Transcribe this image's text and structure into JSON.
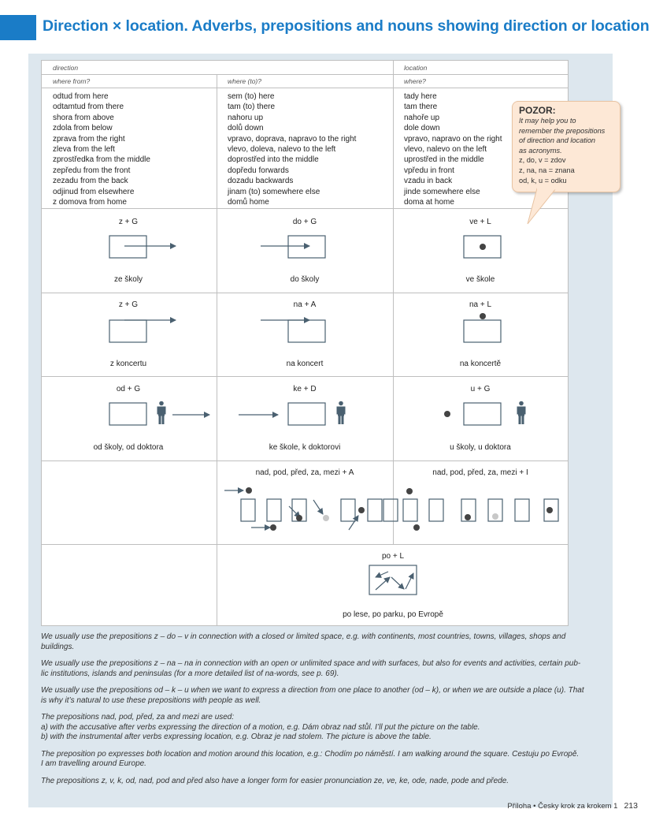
{
  "title": "Direction × location. Adverbs, prepositions and nouns showing direction or location",
  "headers": {
    "direction": "direction",
    "location": "location",
    "where_from": "where from?",
    "where_to": "where (to)?",
    "where": "where?"
  },
  "lists": {
    "from": [
      "odtud from here",
      "odtamtud from there",
      "shora from above",
      "zdola from below",
      "zprava from the right",
      "zleva from the left",
      "zprostředka from the middle",
      "zepředu from the front",
      "zezadu from the back",
      "odjinud  from elsewhere",
      "z domova from home"
    ],
    "to": [
      "sem (to) here",
      "tam (to) there",
      "nahoru up",
      "dolů down",
      "vpravo, doprava, napravo to the right",
      "vlevo, doleva, nalevo to the left",
      "doprostřed into the middle",
      "dopředu forwards",
      "dozadu backwards",
      "jinam (to) somewhere else",
      "domů home"
    ],
    "where": [
      "tady here",
      "tam there",
      "nahoře up",
      "dole down",
      "vpravo, napravo on the right",
      "vlevo, nalevo on the left",
      "uprostřed in the middle",
      "vpředu in front",
      "vzadu in back",
      "jinde somewhere else",
      "doma at home"
    ]
  },
  "rows": {
    "r1": {
      "c1_prep": "z + G",
      "c1_ex": "ze školy",
      "c2_prep": "do + G",
      "c2_ex": "do školy",
      "c3_prep": "ve + L",
      "c3_ex": "ve škole"
    },
    "r2": {
      "c1_prep": "z + G",
      "c1_ex": "z koncertu",
      "c2_prep": "na + A",
      "c2_ex": "na koncert",
      "c3_prep": "na + L",
      "c3_ex": "na koncertě"
    },
    "r3": {
      "c1_prep": "od + G",
      "c1_ex": "od školy, od doktora",
      "c2_prep": "ke + D",
      "c2_ex": "ke škole, k doktorovi",
      "c3_prep": "u + G",
      "c3_ex": "u školy, u doktora"
    },
    "r4": {
      "c2_prep": "nad, pod, před, za, mezi + A",
      "c3_prep": "nad, pod, před, za, mezi + I"
    },
    "r5": {
      "c2_prep": "po + L",
      "c2_ex": "po lese, po parku, po Evropě"
    }
  },
  "pozor": {
    "heading": "POZOR:",
    "line1": "It may help you to",
    "line2": "remember the prepositions",
    "line3": "of direction and location",
    "line4": "as acronyms.",
    "line5": "z, do, v = zdov",
    "line6": "z, na, na = znana",
    "line7": "od, k, u = odku"
  },
  "notes": {
    "n1": "We usually use the prepositions z – do – v in connection with a closed or limited space, e.g. with continents, most countries, towns, villages, shops and buildings.",
    "n2a": "We usually use the prepositions z – na – na in connection with an open or unlimited space and with surfaces, but also for events and activities, certain pub-",
    "n2b": "lic institutions, islands and peninsulas (for a more detailed list of na-words, see p. 69).",
    "n3a": "We usually use the prepositions od – k – u when we want to express a direction from one place to another (od – k), or when we are outside a place (u). That",
    "n3b": "is why it’s natural to use these prepositions with people as well.",
    "n4a": "The prepositions nad, pod, před, za and mezi are used:",
    "n4b": "a) with the accusative after verbs expressing the direction of a motion, e.g. Dám obraz nad stůl. I’ll put the picture on the table.",
    "n4c": "b) with the instrumental after verbs expressing location, e.g. Obraz je nad stolem. The picture is above the table.",
    "n5a": "The preposition po expresses both location and motion around this location, e.g.: Chodím po náměstí. I am walking around the square. Cestuju po Evropě.",
    "n5b": "I am travelling around Europe.",
    "n6": "The prepositions z, v, k, od, nad, pod and před also have a longer form for easier pronunciation ze, ve, ke, ode, nade, pode and přede."
  },
  "footer": {
    "book": "Příloha • Česky krok za krokem 1",
    "page": "213"
  },
  "colors": {
    "accent": "#1a7cc7",
    "panel": "#dde7ee",
    "diagram": "#4a6070",
    "dot": "#444444",
    "dot_light": "#c8c8c8"
  }
}
